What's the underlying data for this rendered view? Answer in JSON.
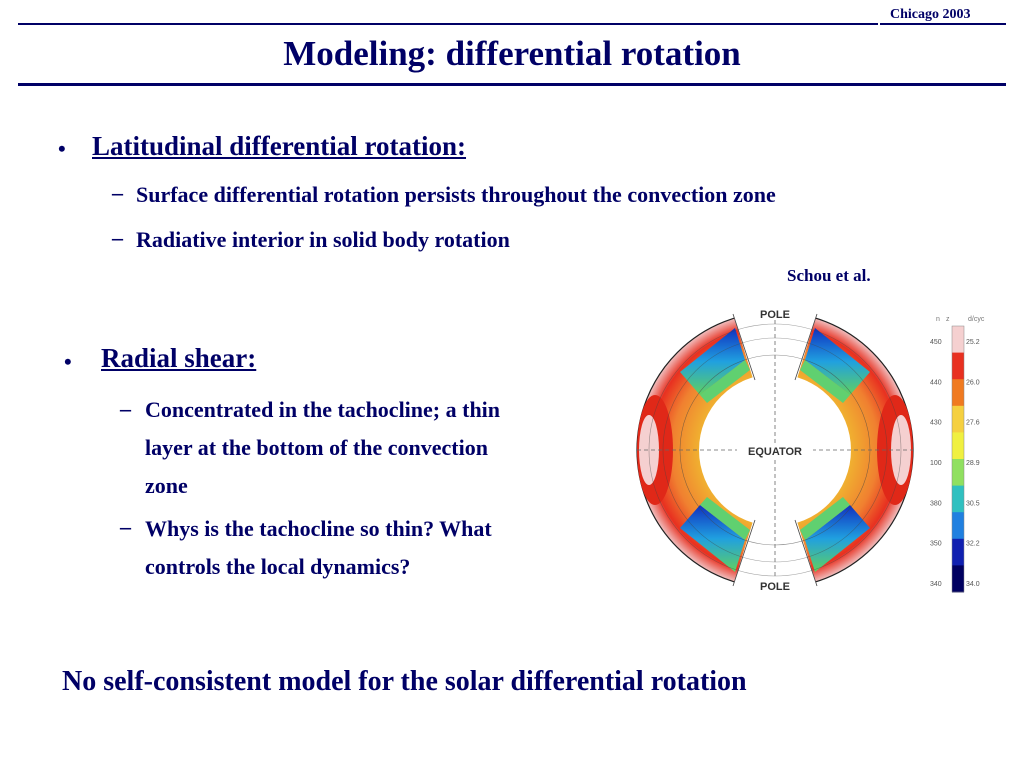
{
  "header": {
    "tag": "Chicago 2003",
    "title": "Modeling: differential rotation"
  },
  "section1": {
    "heading": "Latitudinal differential rotation:",
    "items": [
      "Surface differential rotation persists throughout the convection zone",
      "Radiative interior in solid body rotation"
    ]
  },
  "figure": {
    "credit": "Schou et al.",
    "labels": {
      "pole_top": "POLE",
      "equator": "EQUATOR",
      "pole_bottom": "POLE"
    },
    "colorbar": {
      "header_left": "n",
      "header_mid": "z",
      "header_right": "d/cyc",
      "left_ticks": [
        "450",
        "440",
        "430",
        "100",
        "380",
        "350",
        "340"
      ],
      "right_ticks": [
        "25.2",
        "26.0",
        "27.6",
        "28.9",
        "30.5",
        "32.2",
        "34.0"
      ],
      "colors": [
        "#f5d0d0",
        "#e83020",
        "#f07a20",
        "#f5d040",
        "#f0f040",
        "#90e060",
        "#30c0c0",
        "#2080e0",
        "#1020b0",
        "#000060"
      ]
    }
  },
  "section2": {
    "heading": "Radial shear:",
    "items": [
      [
        "Concentrated in the tachocline; a thin",
        "layer at the bottom of the convection",
        "zone"
      ],
      [
        "Whys is the tachocline so thin? What",
        "controls the local dynamics?"
      ]
    ]
  },
  "conclusion": "No self-consistent model for the solar differential rotation"
}
